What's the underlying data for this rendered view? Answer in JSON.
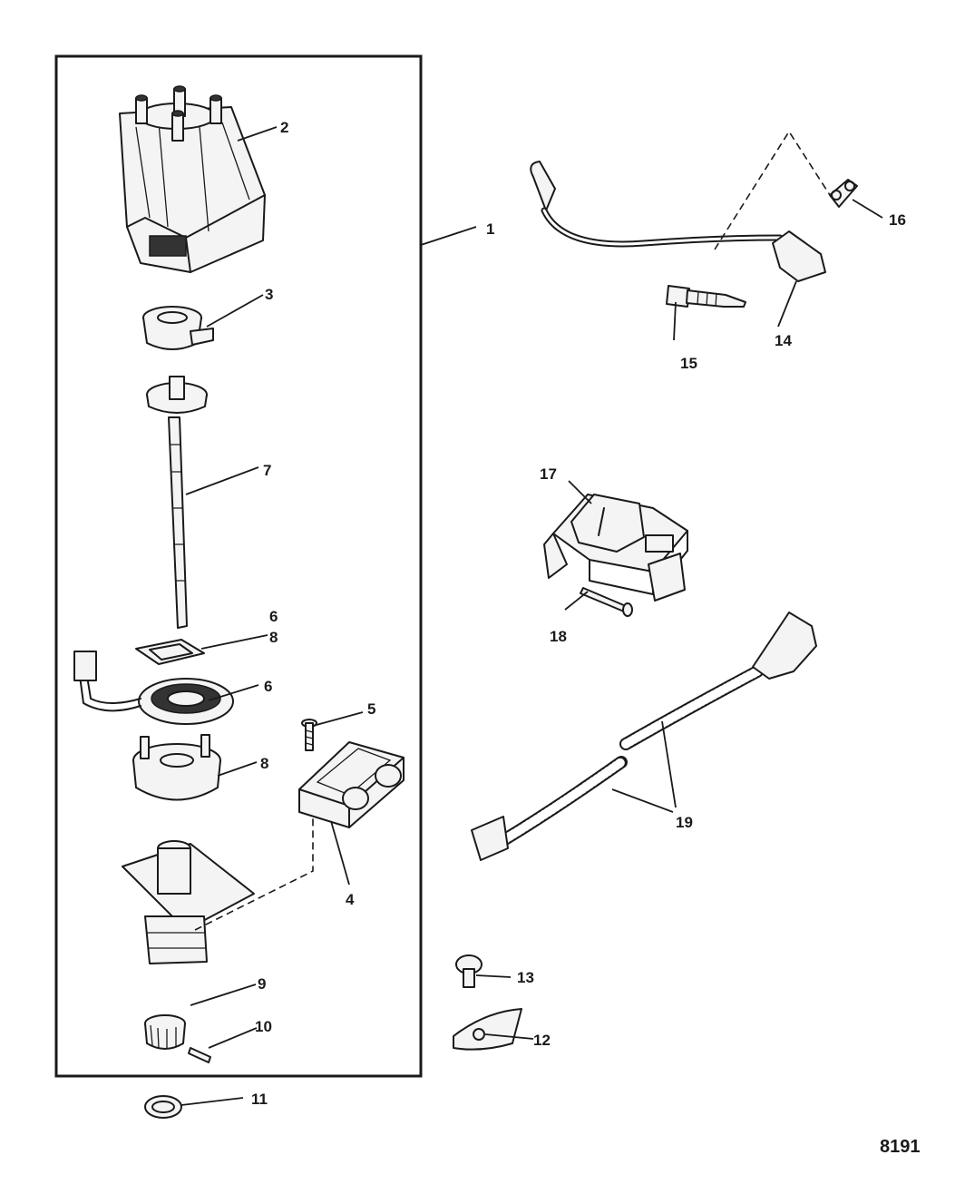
{
  "figure_number": "8191",
  "callouts": {
    "c1": "1",
    "c2": "2",
    "c3": "3",
    "c4": "4",
    "c5": "5",
    "c6a": "6",
    "c6b": "6",
    "c7": "7",
    "c8a": "8",
    "c8b": "8",
    "c9": "9",
    "c10": "10",
    "c11": "11",
    "c12": "12",
    "c13": "13",
    "c14": "14",
    "c15": "15",
    "c16": "16",
    "c17": "17",
    "c18": "18",
    "c19": "19"
  }
}
